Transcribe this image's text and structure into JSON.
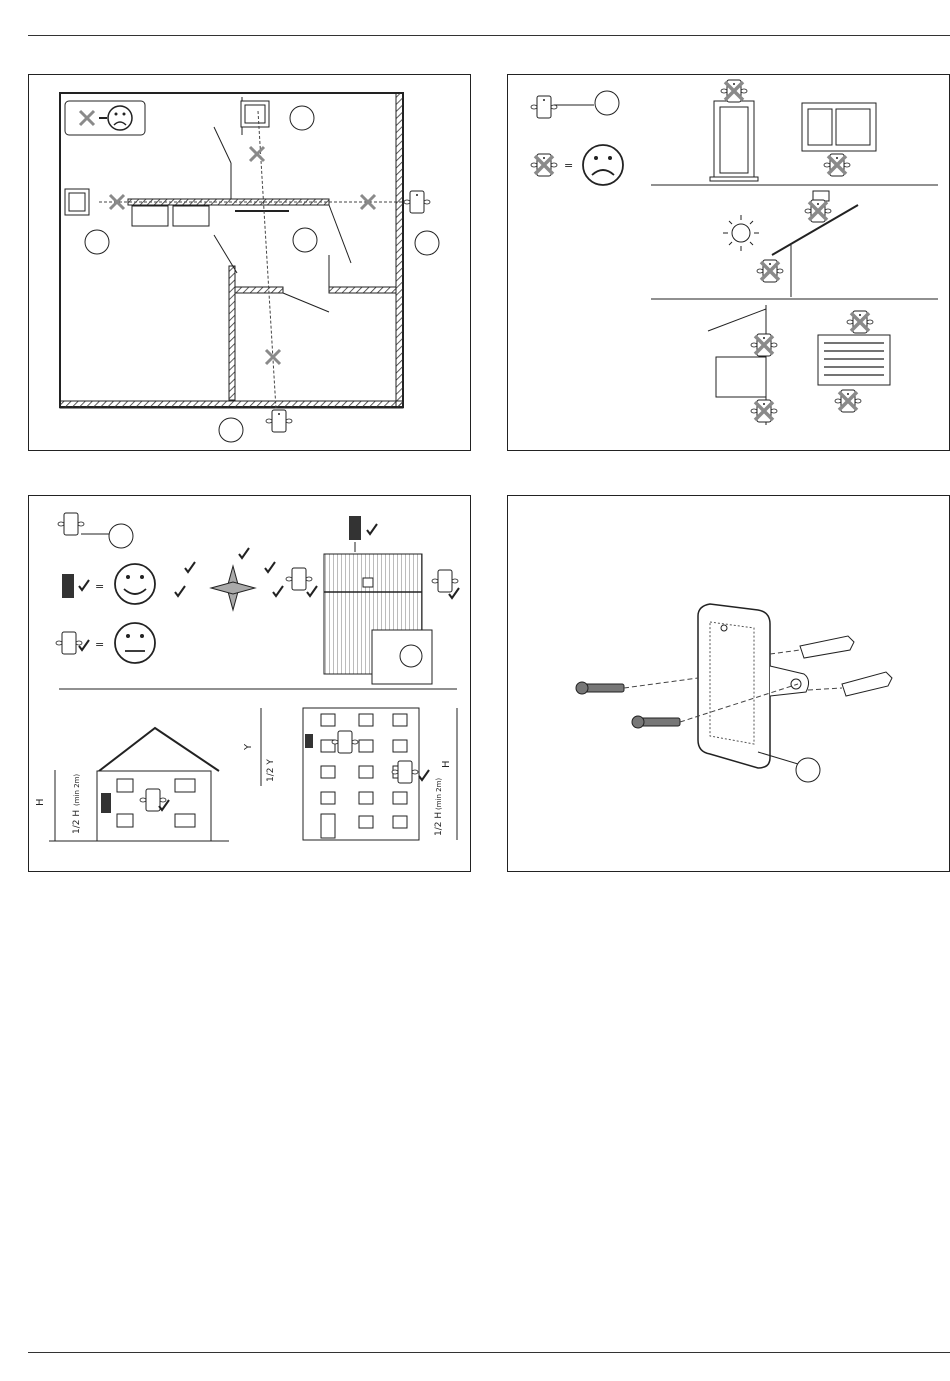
{
  "page": {
    "figures": [
      {
        "id": "placement-in-building"
      },
      {
        "id": "avoid-locations"
      },
      {
        "id": "preferred-orientation"
      },
      {
        "id": "wall-mounting"
      }
    ]
  },
  "labels": {
    "h": "H",
    "y": "Y",
    "half_h": "1/2 H",
    "half_y": "1/2 Y",
    "min_2m": "(min 2m)",
    "equals": "="
  },
  "colors": {
    "line": "#222222",
    "cross": "#8a8a8a",
    "wall_hatch": "#444444",
    "roof": "#9a9a9a"
  }
}
